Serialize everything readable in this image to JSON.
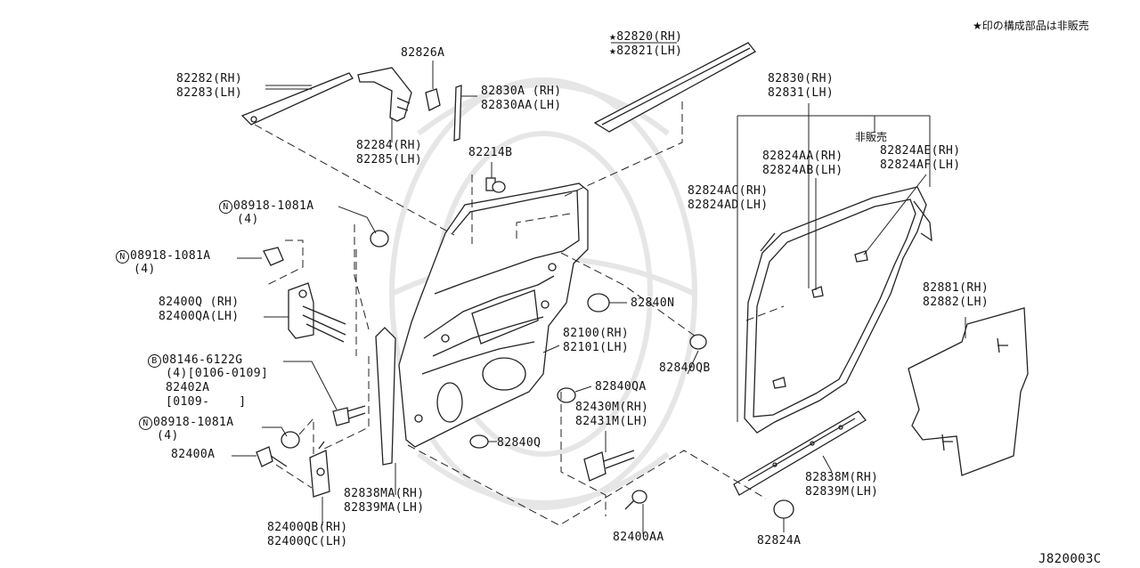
{
  "diagram": {
    "note": "★印の構成部品は非販売",
    "code": "J820003C",
    "parts": {
      "p82282": "82282(RH)",
      "p82283": "82283(LH)",
      "p82826a": "82826A",
      "p82284": "82284(RH)",
      "p82285": "82285(LH)",
      "p82830a": "82830A (RH)",
      "p82830aa": "82830AA(LH)",
      "p82820": "★82820(RH)",
      "p82821": "★82821(LH)",
      "p82214b": "82214B",
      "p82830": "82830(RH)",
      "p82831": "82831(LH)",
      "hihanbai": "非販売",
      "p82824aa": "82824AA(RH)",
      "p82824ab": "82824AB(LH)",
      "p82824ae": "82824AE(RH)",
      "p82824af": "82824AF(LH)",
      "p82824ac": "82824AC(RH)",
      "p82824ad": "82824AD(LH)",
      "n1": "08918-1081A",
      "n1q": "(4)",
      "n2": "08918-1081A",
      "n2q": "(4)",
      "n3": "08918-1081A",
      "n3q": "(4)",
      "nut_symbol": "N",
      "bolt_symbol": "B",
      "p82400q": "82400Q (RH)",
      "p82400qa": "82400QA(LH)",
      "p82840n": "82840N",
      "p82100": "82100(RH)",
      "p82101": "82101(LH)",
      "p82840qb": "82840QB",
      "b1": "08146-6122G",
      "b1q": "(4)[0106-0109]",
      "p82402a": "82402A",
      "p82402a_range": "[0109-    ]",
      "p82840qa": "82840QA",
      "p82881": "82881(RH)",
      "p82882": "82882(LH)",
      "p82430m": "82430M(RH)",
      "p82431m": "82431M(LH)",
      "p82840q": "82840Q",
      "p82400a": "82400A",
      "p82838ma": "82838MA(RH)",
      "p82839ma": "82839MA(LH)",
      "p82838m": "82838M(RH)",
      "p82839m": "82839M(LH)",
      "p82400qb": "82400QB(RH)",
      "p82400qc": "82400QC(LH)",
      "p82400aa": "82400AA",
      "p82824a": "82824A"
    }
  }
}
